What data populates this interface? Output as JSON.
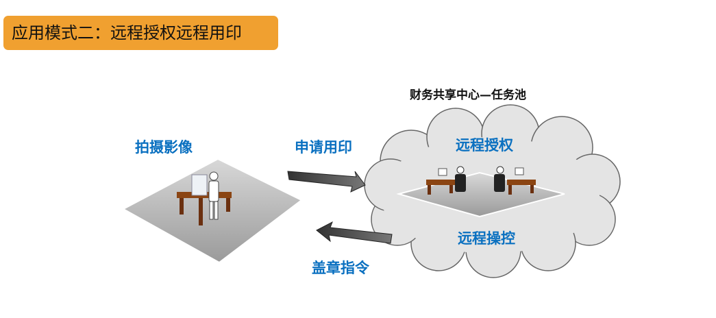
{
  "header": {
    "title": "应用模式二：远程授权远程用印"
  },
  "cloud": {
    "title": "财务共享中心—任务池",
    "top_label": "远程授权",
    "bottom_label": "远程操控"
  },
  "left": {
    "label": "拍摄影像"
  },
  "arrows": {
    "request": "申请用印",
    "command": "盖章指令"
  },
  "colors": {
    "accent": "#f0a030",
    "label": "#0a70c0"
  }
}
